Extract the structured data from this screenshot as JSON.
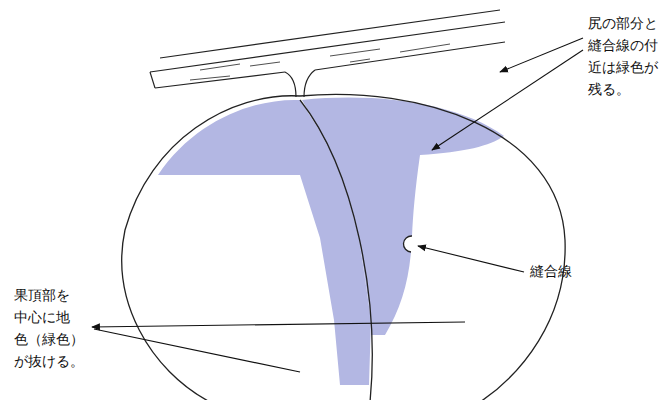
{
  "diagram": {
    "labels": [
      "尻の部分と 縫合線の付 近は緑色が 残る。",
      "縫合線",
      "果頂部を 中心に地 色（緑色） が抜ける。"
    ]
  }
}
